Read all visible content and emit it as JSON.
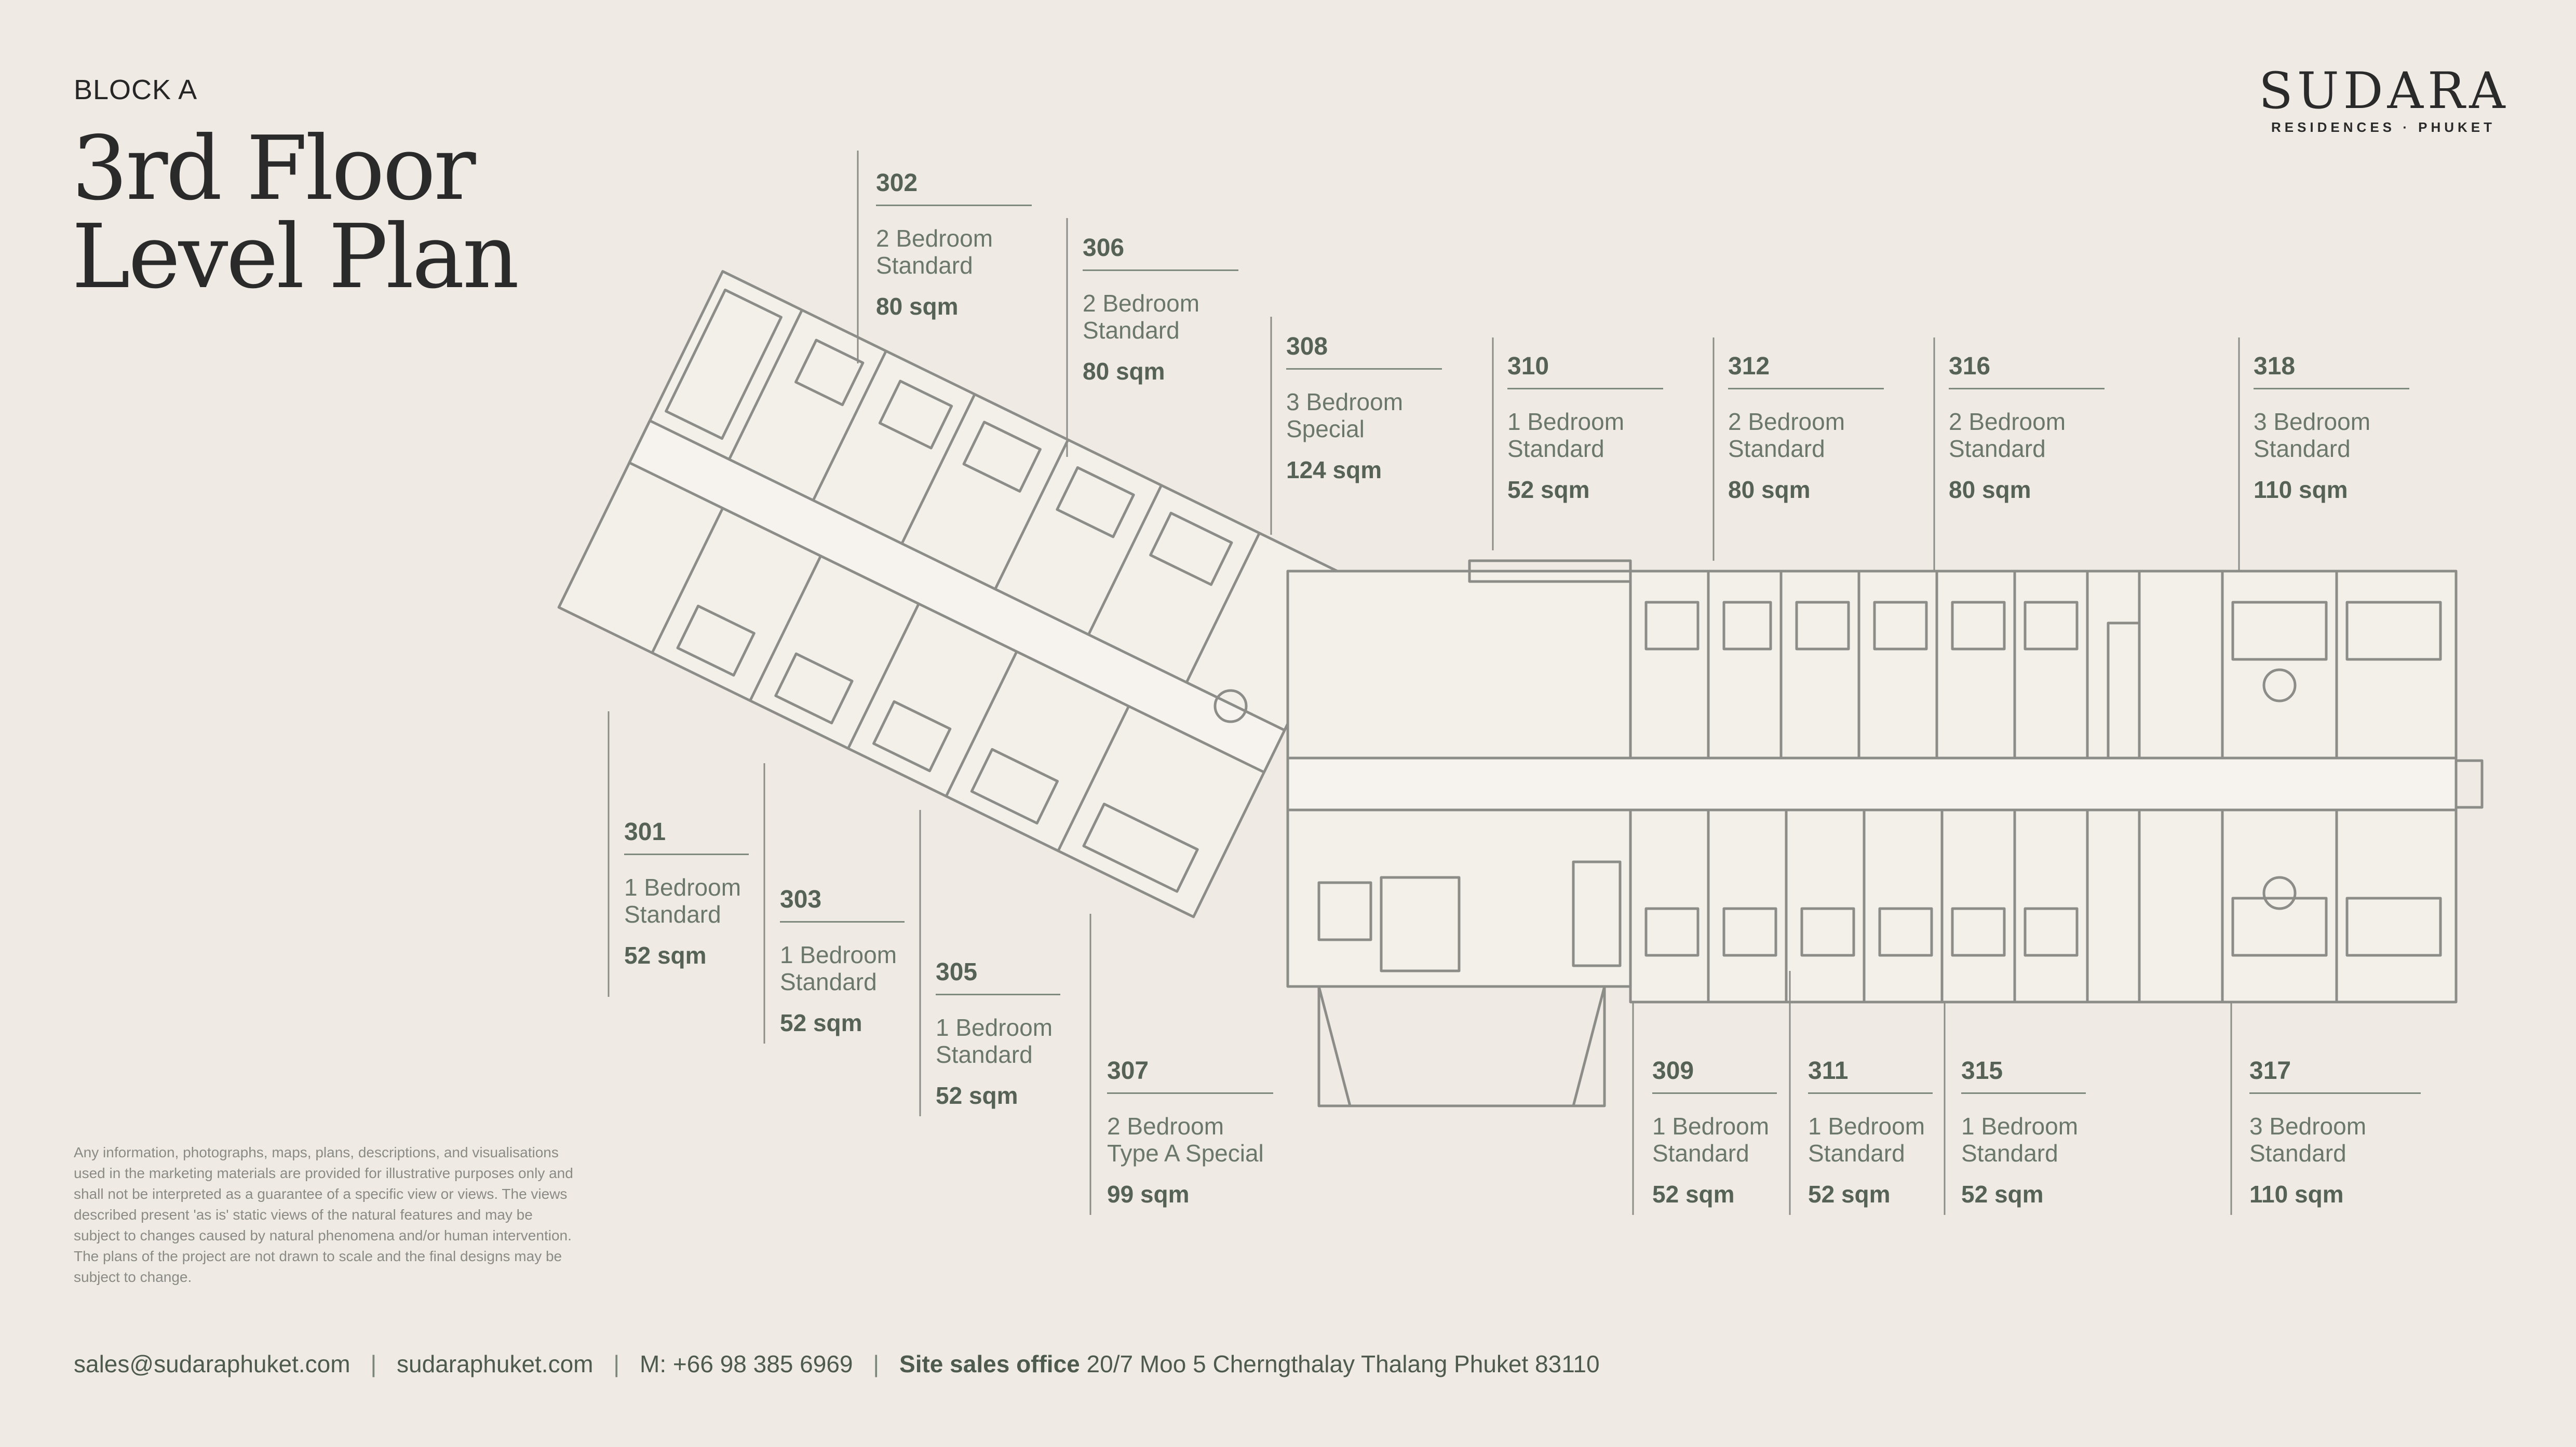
{
  "header": {
    "block": "BLOCK A",
    "title_line1": "3rd Floor",
    "title_line2": "Level Plan"
  },
  "logo": {
    "name": "SUDARA",
    "sub": "RESIDENCES · PHUKET"
  },
  "units": [
    {
      "id": "302",
      "type_line1": "2 Bedroom",
      "type_line2": "Standard",
      "size": "80 sqm"
    },
    {
      "id": "306",
      "type_line1": "2 Bedroom",
      "type_line2": "Standard",
      "size": "80 sqm"
    },
    {
      "id": "308",
      "type_line1": "3 Bedroom",
      "type_line2": "Special",
      "size": "124 sqm"
    },
    {
      "id": "310",
      "type_line1": "1 Bedroom",
      "type_line2": "Standard",
      "size": "52 sqm"
    },
    {
      "id": "312",
      "type_line1": "2 Bedroom",
      "type_line2": "Standard",
      "size": "80 sqm"
    },
    {
      "id": "316",
      "type_line1": "2 Bedroom",
      "type_line2": "Standard",
      "size": "80 sqm"
    },
    {
      "id": "318",
      "type_line1": "3 Bedroom",
      "type_line2": "Standard",
      "size": "110 sqm"
    },
    {
      "id": "301",
      "type_line1": "1 Bedroom",
      "type_line2": "Standard",
      "size": "52 sqm"
    },
    {
      "id": "303",
      "type_line1": "1 Bedroom",
      "type_line2": "Standard",
      "size": "52 sqm"
    },
    {
      "id": "305",
      "type_line1": "1 Bedroom",
      "type_line2": "Standard",
      "size": "52 sqm"
    },
    {
      "id": "307",
      "type_line1": "2 Bedroom",
      "type_line2": "Type A Special",
      "size": "99 sqm"
    },
    {
      "id": "309",
      "type_line1": "1 Bedroom",
      "type_line2": "Standard",
      "size": "52 sqm"
    },
    {
      "id": "311",
      "type_line1": "1 Bedroom",
      "type_line2": "Standard",
      "size": "52 sqm"
    },
    {
      "id": "315",
      "type_line1": "1 Bedroom",
      "type_line2": "Standard",
      "size": "52 sqm"
    },
    {
      "id": "317",
      "type_line1": "3 Bedroom",
      "type_line2": "Standard",
      "size": "110 sqm"
    }
  ],
  "disclaimer": "Any information, photographs, maps, plans, descriptions, and visualisations used in the marketing materials are provided for illustrative purposes only and shall not be interpreted as a guarantee of a specific view or views. The views described present 'as is' static views of the natural features and may be subject to changes caused by natural phenomena and/or human intervention. The plans of the project are not drawn to scale and the final designs may be subject to change.",
  "footer": {
    "email": "sales@sudaraphuket.com",
    "website": "sudaraphuket.com",
    "phone": "M: +66 98 385 6969",
    "office_label": "Site sales office",
    "office_address": "20/7 Moo 5 Cherngthalay Thalang Phuket 83110"
  },
  "colors": {
    "background": "#efebe4",
    "accent": "#556255",
    "plan_line": "#8c8c88"
  }
}
